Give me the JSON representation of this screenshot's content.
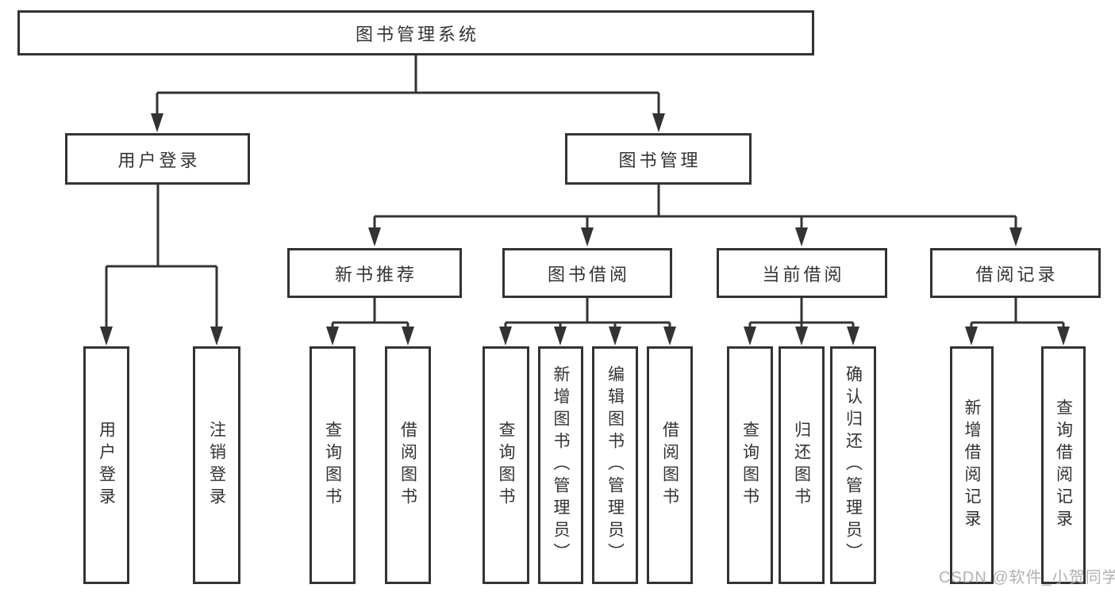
{
  "colors": {
    "line": "#333333",
    "text": "#333333",
    "watermark": "#a9a9a9",
    "background": "#ffffff"
  },
  "watermark": {
    "text": "CSDN @软件_小贺同学"
  },
  "tree": {
    "root": {
      "label": "图书管理系统"
    },
    "branches": [
      {
        "label": "用户登录",
        "children": [
          {
            "label": "用户登录"
          },
          {
            "label": "注销登录"
          }
        ]
      },
      {
        "label": "图书管理",
        "children": [
          {
            "label": "新书推荐",
            "children": [
              {
                "label": "查询图书"
              },
              {
                "label": "借阅图书"
              }
            ]
          },
          {
            "label": "图书借阅",
            "children": [
              {
                "label": "查询图书"
              },
              {
                "label": "新增图书（管理员）"
              },
              {
                "label": "编辑图书（管理员）"
              },
              {
                "label": "借阅图书"
              }
            ]
          },
          {
            "label": "当前借阅",
            "children": [
              {
                "label": "查询图书"
              },
              {
                "label": "归还图书"
              },
              {
                "label": "确认归还（管理员）"
              }
            ]
          },
          {
            "label": "借阅记录",
            "children": [
              {
                "label": "新增借阅记录"
              },
              {
                "label": "查询借阅记录"
              }
            ]
          }
        ]
      }
    ]
  }
}
